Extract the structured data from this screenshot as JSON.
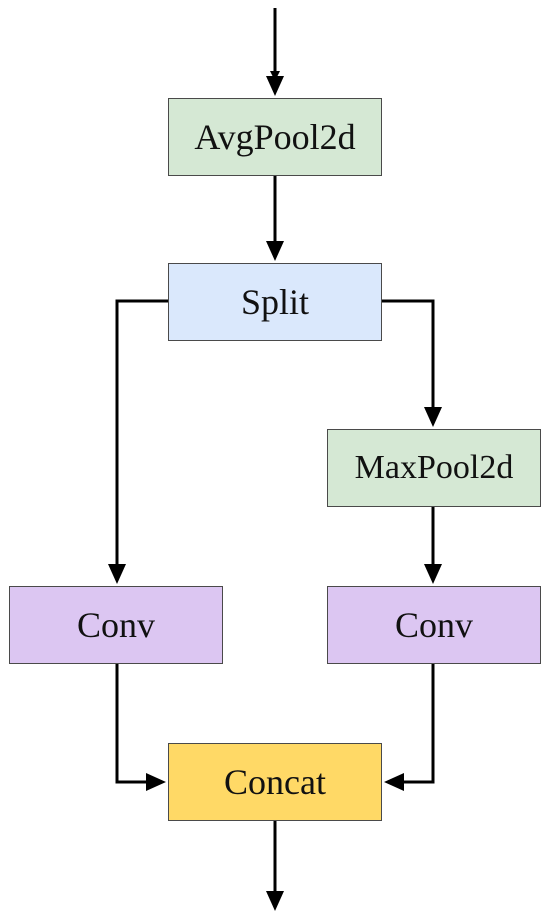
{
  "nodes": {
    "avgpool": {
      "label": "AvgPool2d",
      "color": "#d5e8d4"
    },
    "split": {
      "label": "Split",
      "color": "#dae8fc"
    },
    "maxpool": {
      "label": "MaxPool2d",
      "color": "#d5e8d4"
    },
    "conv_left": {
      "label": "Conv",
      "color": "#dcc6f2"
    },
    "conv_right": {
      "label": "Conv",
      "color": "#dcc6f2"
    },
    "concat": {
      "label": "Concat",
      "color": "#ffd966"
    }
  },
  "edges": [
    {
      "from": "input",
      "to": "avgpool"
    },
    {
      "from": "avgpool",
      "to": "split"
    },
    {
      "from": "split",
      "to": "conv_left"
    },
    {
      "from": "split",
      "to": "maxpool"
    },
    {
      "from": "maxpool",
      "to": "conv_right"
    },
    {
      "from": "conv_left",
      "to": "concat"
    },
    {
      "from": "conv_right",
      "to": "concat"
    },
    {
      "from": "concat",
      "to": "output"
    }
  ],
  "colors": {
    "line": "#000000",
    "border": "#4a4a4a"
  }
}
